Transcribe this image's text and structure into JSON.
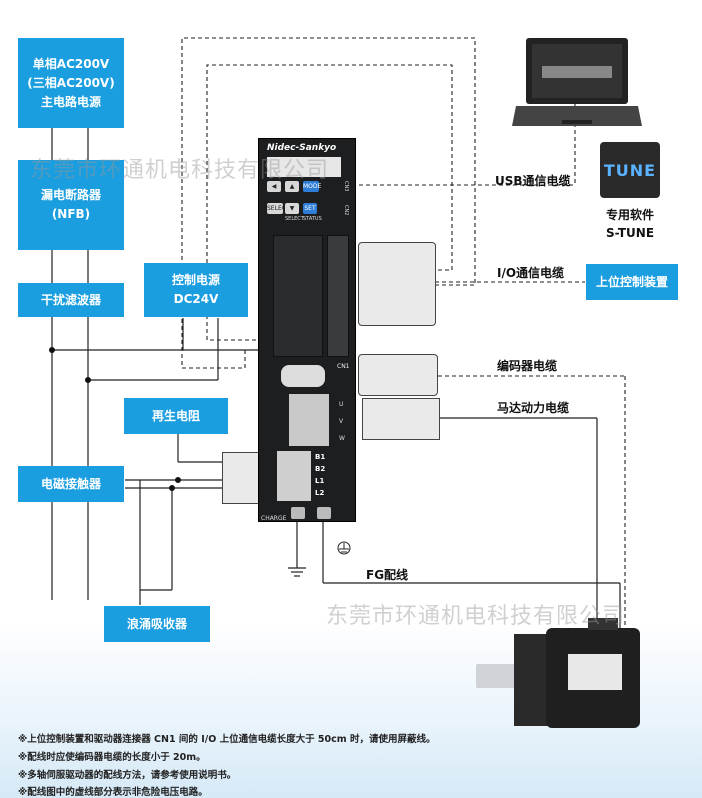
{
  "left_boxes": {
    "power": [
      "单相AC200V",
      "(三相AC200V)",
      "主电路电源"
    ],
    "nfb": [
      "漏电断路器",
      "(NFB)"
    ],
    "noise_filter": "干扰滤波器",
    "control_power": [
      "控制电源",
      "DC24V"
    ],
    "regen_resistor": "再生电阻",
    "contactor": "电磁接触器",
    "surge_absorber": "浪涌吸收器"
  },
  "right": {
    "usb_cable": "USB通信电缆",
    "software_label": "专用软件",
    "software_name": "S-TUNE",
    "tune_logo": "TUNE",
    "io_cable": "I/O通信电缆",
    "host_controller": "上位控制装置",
    "encoder_cable": "编码器电缆",
    "motor_power_cable": "马达动力电缆",
    "fg_wiring": "FG配线"
  },
  "driver": {
    "brand": "Nidec-Sankyo",
    "buttons": {
      "mode": "MODE",
      "select": "SELECT",
      "set": "SET"
    },
    "button_sub": {
      "select": "SELECT",
      "status": "STATUS"
    },
    "ports": {
      "cn3": "CN3",
      "cn2": "CN2",
      "cn1": "CN1"
    },
    "uvw": [
      "U",
      "V",
      "W"
    ],
    "terminals": [
      "B1",
      "B2",
      "L1",
      "L2"
    ],
    "charge": "CHARGE"
  },
  "watermark": "东莞市环通机电科技有限公司",
  "notes": [
    "※上位控制装置和驱动器连接器 CN1 间的 I/O 上位通信电缆长度大于 50cm 时，请使用屏蔽线。",
    "※配线时应使编码器电缆的长度小于 20m。",
    "※多轴伺服驱动器的配线方法，请参考使用说明书。",
    "※配线图中的虚线部分表示非危险电压电路。"
  ],
  "colors": {
    "box_blue": "#1a9ee0",
    "driver_body": "#1d1e20",
    "wire": "#222222"
  }
}
